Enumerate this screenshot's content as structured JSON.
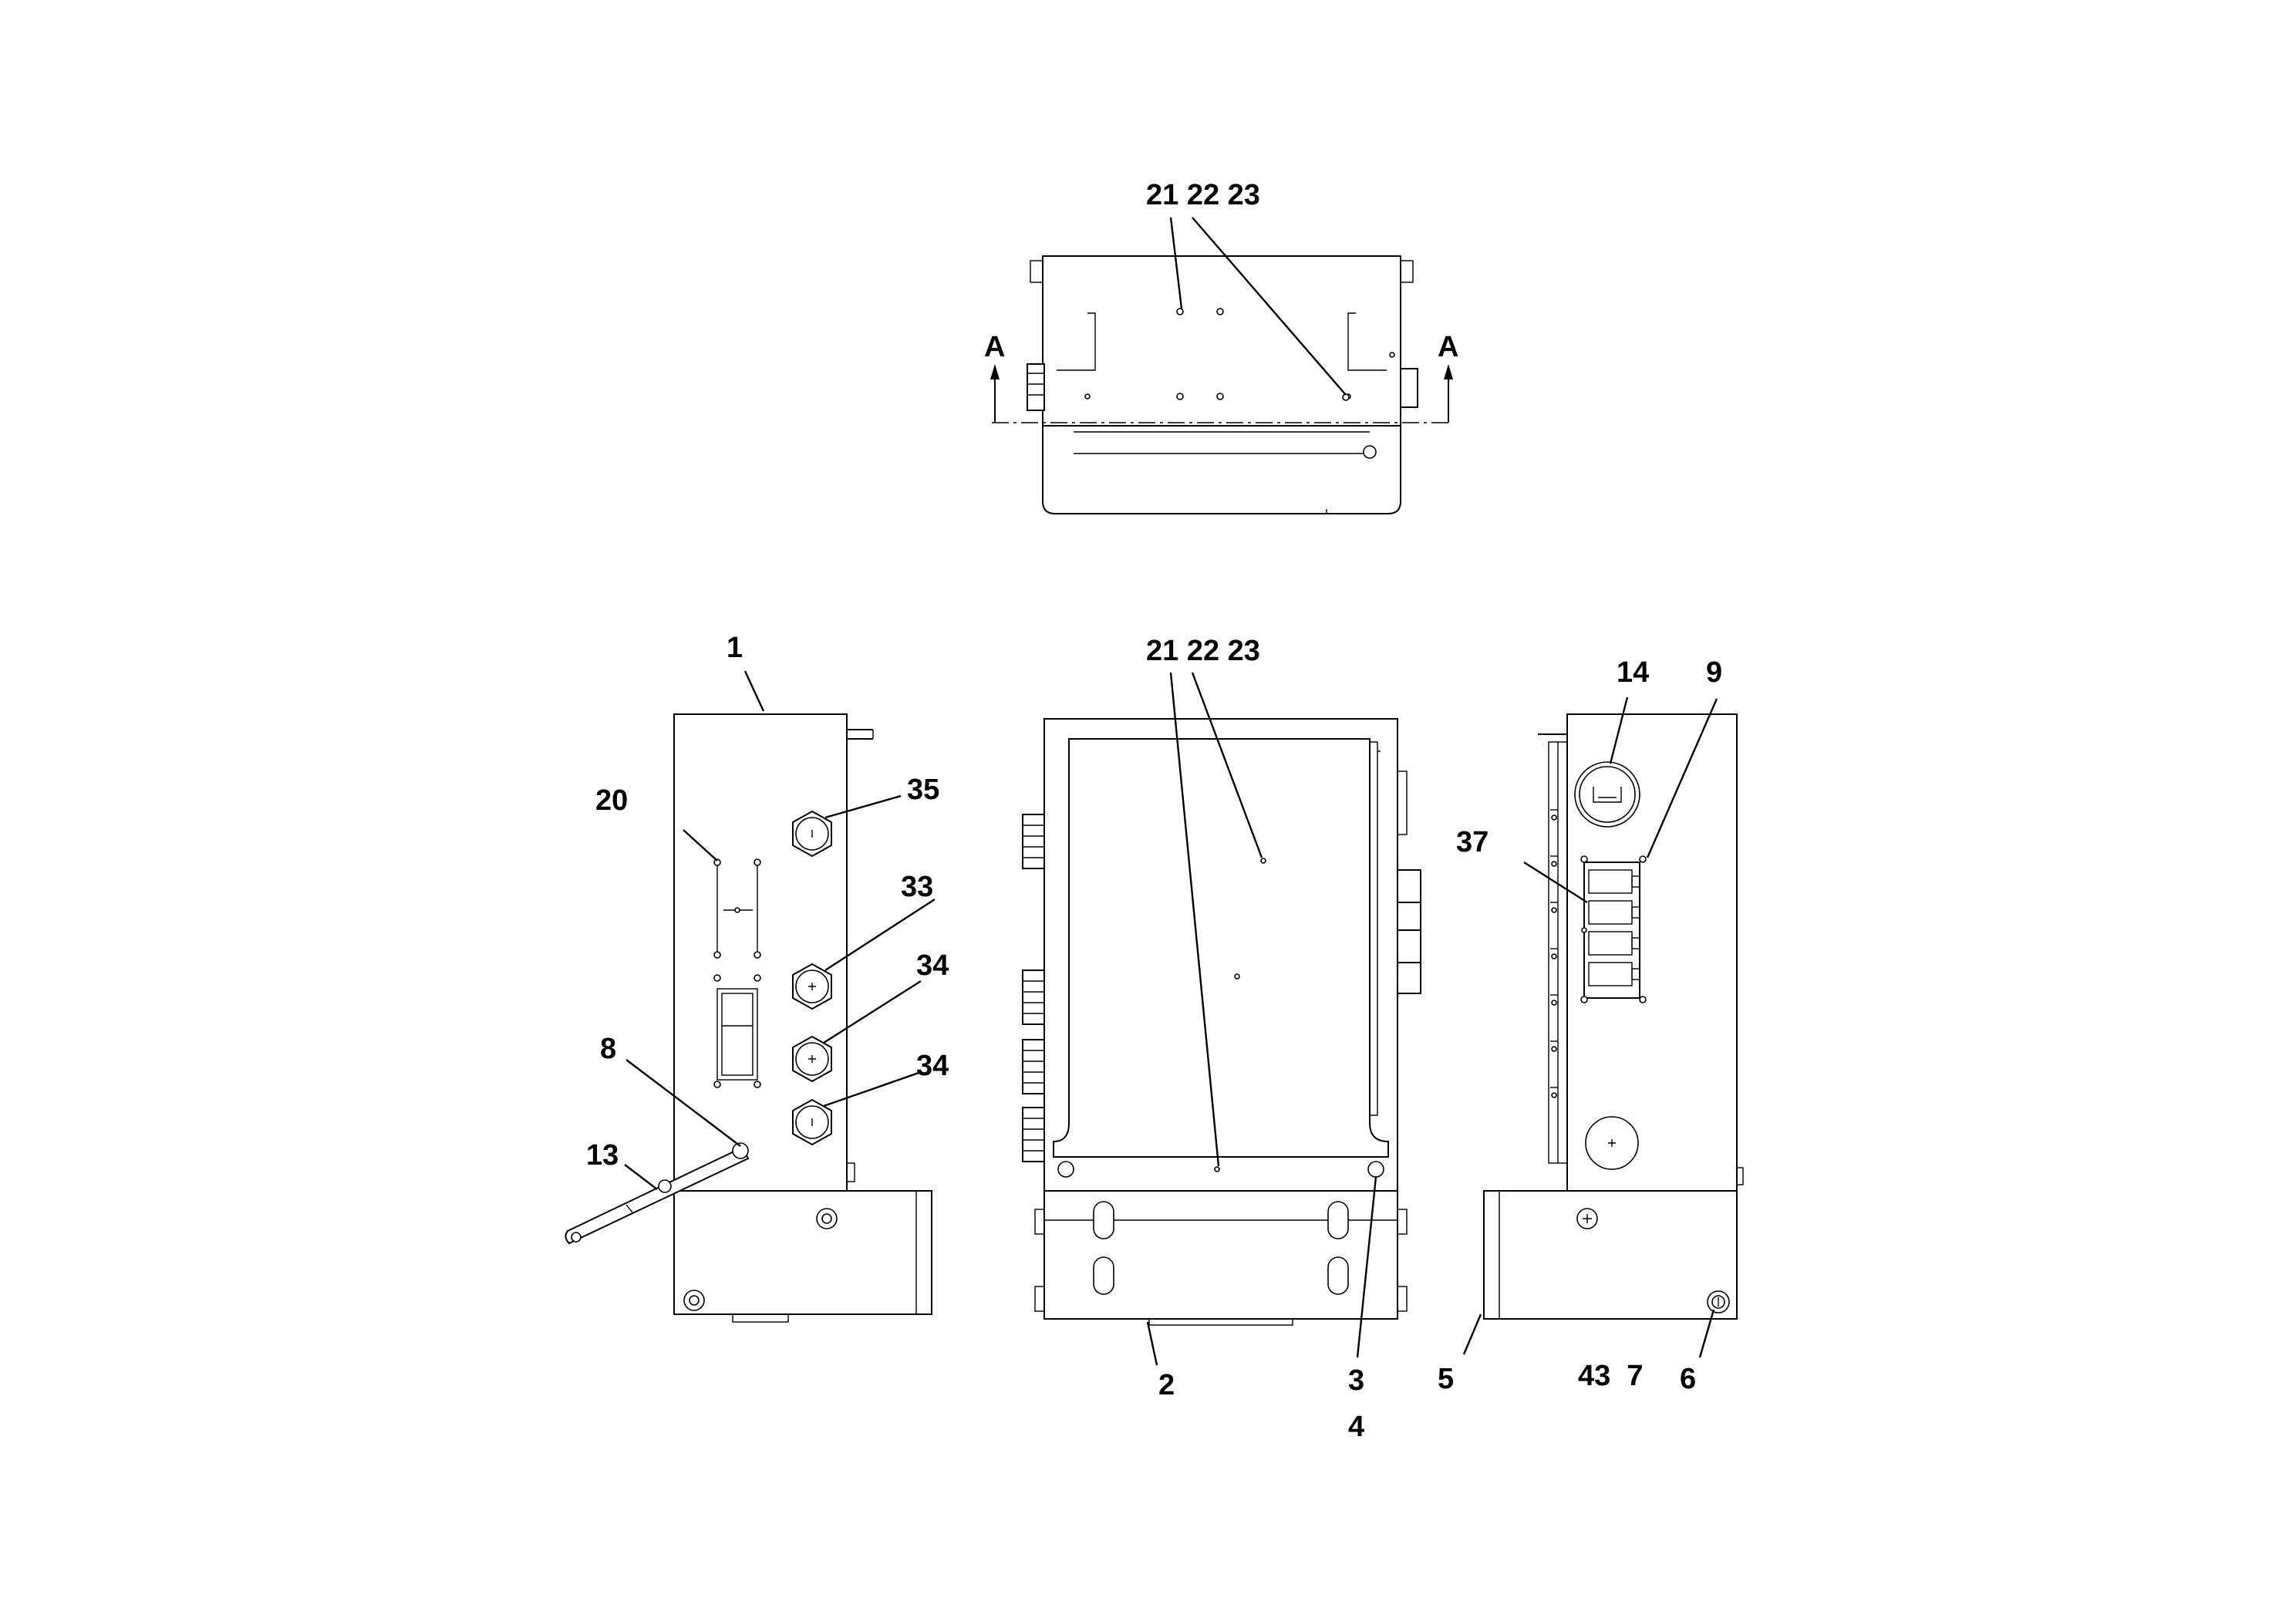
{
  "labels": {
    "top_21_22_23": "21 22 23",
    "section_a_left": "A",
    "section_a_right": "A",
    "front_21_22_23": "21 22 23",
    "l1": "1",
    "l20": "20",
    "l35": "35",
    "l33": "33",
    "l34a": "34",
    "l34b": "34",
    "l8": "8",
    "l13": "13",
    "l2": "2",
    "l3": "3",
    "l4": "4",
    "l5": "5",
    "l43_7": "43  7",
    "l6": "6",
    "l14": "14",
    "l9": "9",
    "l37": "37"
  },
  "colors": {
    "line": "#000000",
    "background": "#ffffff"
  }
}
